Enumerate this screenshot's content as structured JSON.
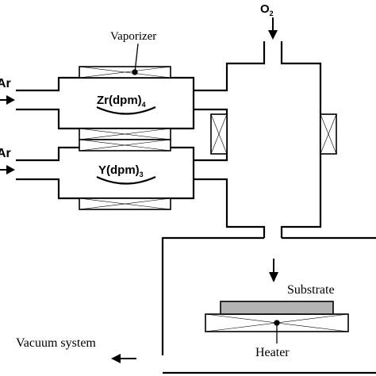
{
  "labels": {
    "oxygen": "O",
    "oxygen_subscript": "2",
    "vaporizer": "Vaporizer",
    "argon_top": "Ar",
    "argon_bottom": "Ar",
    "precursor_top": "Zr(dpm)",
    "precursor_top_subscript": "4",
    "precursor_bottom": "Y(dpm)",
    "precursor_bottom_subscript": "3",
    "substrate": "Substrate",
    "heater": "Heater",
    "vacuum": "Vacuum system"
  }
}
